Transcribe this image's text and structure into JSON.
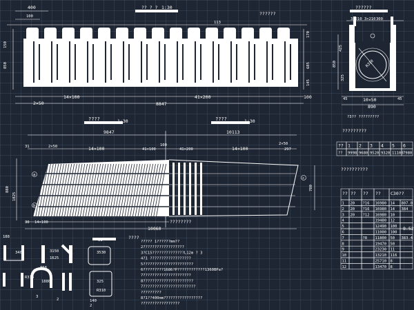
{
  "titles": {
    "elevation": "?? ? ?",
    "elevation_scale": "1:30",
    "elevation_tag": "??????",
    "section": "??????",
    "plan_left": "????",
    "plan_left_scale": "1:30",
    "plan_right": "????",
    "plan_right_scale": "1:30",
    "table1": "?????????",
    "table2": "??????????",
    "rebar": "????",
    "section_note": "?3?? ?????????"
  },
  "dims": {
    "elev_top_left": "400",
    "elev_top_small": "100",
    "elev_top_right": "113",
    "elev_left_1": "150",
    "elev_left_2": "850",
    "elev_right_1": "170",
    "elev_right_2": "685",
    "elev_right_3": "145",
    "elev_bot_1": "2×50",
    "elev_bot_2": "14×100",
    "elev_bot_3": "41×200",
    "elev_bot_4": "100",
    "elev_bot_total": "8847",
    "sec_top": "3×210 3×210",
    "sec_top_mid": "300",
    "sec_left": "425",
    "sec_left2": "850",
    "sec_right": "325",
    "sec_bot_1": "45",
    "sec_bot_2": "10×50",
    "sec_bot_3": "45",
    "sec_bot_total": "890",
    "sec_circle": "R310",
    "plan_top_left": "9847",
    "plan_top_right": "10113",
    "plan_r1_a": "2×50",
    "plan_r1_b": "14×100",
    "plan_r1_c": "41×100",
    "plan_r1_d": "100",
    "plan_r1_e": "41×200",
    "plan_r1_f": "14×100",
    "plan_r1_g": "2×50",
    "plan_r1_h": "297",
    "plan_r1_i": "31",
    "plan_left_dim": "880",
    "plan_left_dim2": "1825",
    "plan_right_dim": "780",
    "plan_bot_1": "30",
    "plan_bot_2": "14×100",
    "plan_bot_total": "10060",
    "plan_bot_mid": "????????",
    "circle_a": "a",
    "circle_b": "b",
    "circle_c": "c"
  },
  "table1": {
    "header": [
      "??",
      "1",
      "2",
      "3",
      "4",
      "5",
      "6"
    ],
    "row": [
      "??",
      "9998",
      "9680",
      "9520",
      "9320",
      "11100",
      "7980"
    ]
  },
  "table2": {
    "header": [
      "??",
      "??",
      "??",
      "??",
      "C30??"
    ],
    "rows": [
      [
        "1",
        "20",
        "?16",
        "16980",
        "14",
        "807.8"
      ],
      [
        "2",
        "20",
        "?16",
        "16980",
        "14",
        "384"
      ],
      [
        "3",
        "20",
        "?12",
        "16980",
        "10",
        ""
      ],
      [
        "4",
        "",
        "",
        "19480",
        "12",
        ""
      ],
      [
        "5",
        "",
        "",
        "12490",
        "100",
        ""
      ],
      [
        "6",
        "",
        "",
        "11000",
        "100",
        ""
      ],
      [
        "7",
        "",
        "?8",
        "11800",
        "50",
        "383.4"
      ],
      [
        "8",
        "",
        "",
        "19470",
        "50",
        ""
      ],
      [
        "9",
        "",
        "",
        "23230",
        "11",
        ""
      ],
      [
        "10",
        "",
        "",
        "13210",
        "116",
        ""
      ],
      [
        "11",
        "",
        "",
        "25710",
        "8",
        ""
      ],
      [
        "12",
        "",
        "",
        "13470",
        "8",
        ""
      ]
    ],
    "side_value": "8.52"
  },
  "notes": [
    "????? 1??????mm??",
    "2??????????????????",
    "3?C15??????????????L12m ? 3",
    "4?1 ??????????????????",
    "5??????????????????????",
    "6?????????1686?P????????????1360BPa?",
    "7?????????????????????",
    "8??????????????????????",
    "7???????????????????????",
    "?????????",
    "8?1??400mm?????????????????",
    "?????????????????"
  ],
  "rebar_labels": {
    "r1": "188",
    "r2": "340",
    "r3": "3150",
    "r4": "1625",
    "r5": "3530",
    "r6": "868",
    "r7": "R314",
    "r8": "1880",
    "r9": "2",
    "r10": "3",
    "r11": "325",
    "r12": "140",
    "r13": "R310",
    "r14": "2",
    "r15": "31"
  }
}
